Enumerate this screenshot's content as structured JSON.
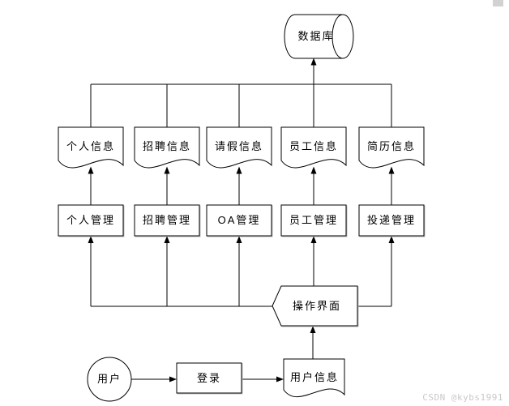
{
  "diagram": {
    "database": {
      "label": "数据库",
      "shape": "cylinder"
    },
    "documents": [
      {
        "label": "个人信息"
      },
      {
        "label": "招聘信息"
      },
      {
        "label": "请假信息"
      },
      {
        "label": "员工信息"
      },
      {
        "label": "简历信息"
      }
    ],
    "modules": [
      {
        "label": "个人管理"
      },
      {
        "label": "招聘管理"
      },
      {
        "label": "OA管理"
      },
      {
        "label": "员工管理"
      },
      {
        "label": "投递管理"
      }
    ],
    "interface": {
      "label": "操作界面",
      "shape": "display"
    },
    "user": {
      "label": "用户",
      "shape": "circle"
    },
    "login": {
      "label": "登录",
      "shape": "rectangle"
    },
    "user_info": {
      "label": "用户信息",
      "shape": "document"
    }
  },
  "watermark": {
    "text": "CSDN @kybs1991",
    "color": "#c9c9c9"
  },
  "colors": {
    "line": "#000000",
    "background": "#ffffff",
    "shadow": "#bfbfbf"
  }
}
